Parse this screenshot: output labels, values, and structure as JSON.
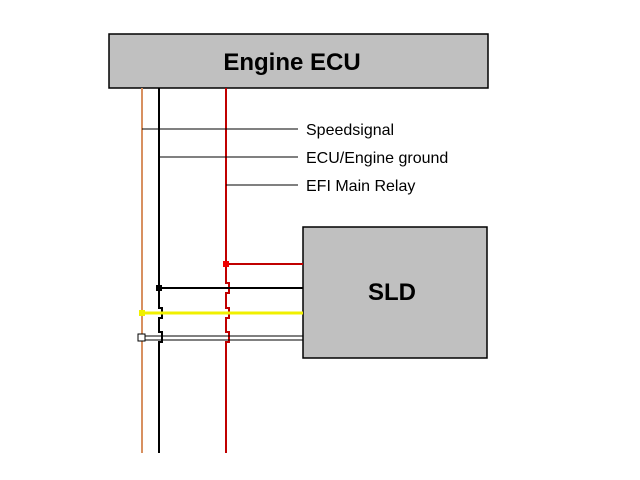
{
  "ecu": {
    "title": "Engine ECU"
  },
  "sld": {
    "title": "SLD"
  },
  "labels": {
    "speed": "Speedsignal",
    "ground": "ECU/Engine ground",
    "relay": "EFI Main Relay"
  },
  "colors": {
    "speed": "#d89060",
    "ground": "#000000",
    "relay": "#c00000",
    "yellow": "#f0f000",
    "box": "#c0c0c0"
  }
}
